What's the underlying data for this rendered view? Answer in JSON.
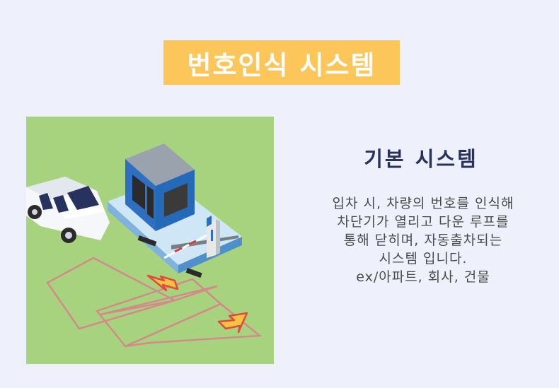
{
  "header": {
    "title": "번호인식 시스템"
  },
  "section": {
    "subtitle": "기본 시스템",
    "description_lines": [
      "입차 시, 차량의 번호를 인식해",
      "차단기가 열리고 다운 루프를",
      "통해 닫히며, 자동출차되는",
      "시스템 입니다.",
      "ex/아파트, 회사, 건물"
    ]
  },
  "colors": {
    "banner": "#fdc65b",
    "background": "#eef1fb",
    "grass": "#a8d37e",
    "booth_blue": "#2f6fc2",
    "subtitle": "#27325e",
    "arrow": "#f5c243"
  }
}
